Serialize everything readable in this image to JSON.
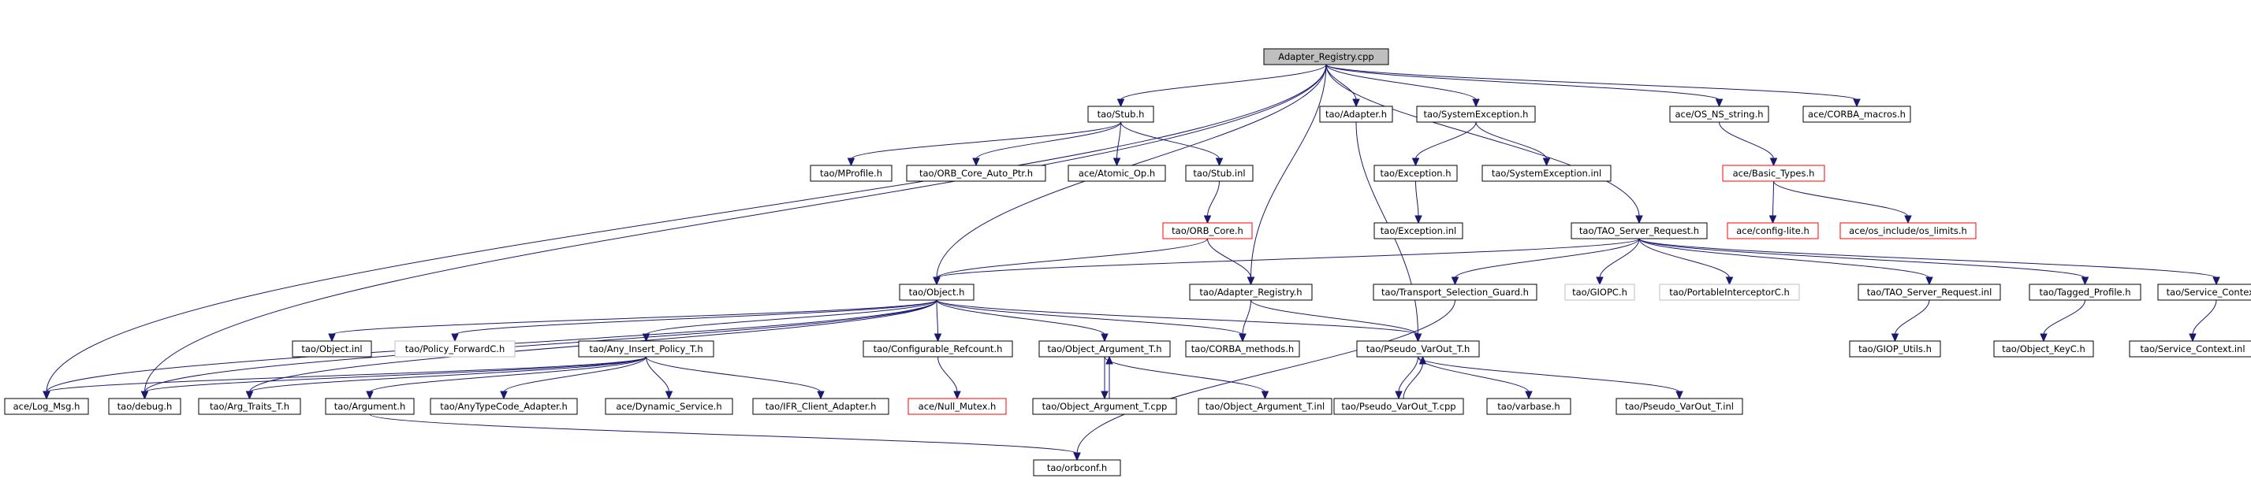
{
  "colors": {
    "edge": "#191970",
    "root_fill": "#bfbfbf",
    "default_border": "#000000",
    "truncated_border": "#ff0000",
    "external_border": "#bfbfbf"
  },
  "nodes": [
    {
      "id": "root",
      "label": "Adapter_Registry.cpp",
      "kind": "root"
    },
    {
      "id": "stub_h",
      "label": "tao/Stub.h",
      "kind": "normal"
    },
    {
      "id": "adapter_h",
      "label": "tao/Adapter.h",
      "kind": "normal"
    },
    {
      "id": "sysexc_h",
      "label": "tao/SystemException.h",
      "kind": "normal"
    },
    {
      "id": "os_ns_string_h",
      "label": "ace/OS_NS_string.h",
      "kind": "normal"
    },
    {
      "id": "corba_macros_h",
      "label": "ace/CORBA_macros.h",
      "kind": "normal"
    },
    {
      "id": "mprofile_h",
      "label": "tao/MProfile.h",
      "kind": "normal"
    },
    {
      "id": "orb_core_auto_ptr_h",
      "label": "tao/ORB_Core_Auto_Ptr.h",
      "kind": "normal"
    },
    {
      "id": "atomic_op_h",
      "label": "ace/Atomic_Op.h",
      "kind": "normal"
    },
    {
      "id": "stub_inl",
      "label": "tao/Stub.inl",
      "kind": "normal"
    },
    {
      "id": "exception_h",
      "label": "tao/Exception.h",
      "kind": "normal"
    },
    {
      "id": "sysexc_inl",
      "label": "tao/SystemException.inl",
      "kind": "normal"
    },
    {
      "id": "basic_types_h",
      "label": "ace/Basic_Types.h",
      "kind": "truncated"
    },
    {
      "id": "exception_inl",
      "label": "tao/Exception.inl",
      "kind": "normal"
    },
    {
      "id": "orb_core_h",
      "label": "tao/ORB_Core.h",
      "kind": "truncated"
    },
    {
      "id": "config_lite_h",
      "label": "ace/config-lite.h",
      "kind": "truncated"
    },
    {
      "id": "os_limits_h",
      "label": "ace/os_include/os_limits.h",
      "kind": "truncated"
    },
    {
      "id": "tao_server_request_h",
      "label": "tao/TAO_Server_Request.h",
      "kind": "normal"
    },
    {
      "id": "object_h",
      "label": "tao/Object.h",
      "kind": "normal"
    },
    {
      "id": "adapter_registry_h",
      "label": "tao/Adapter_Registry.h",
      "kind": "normal"
    },
    {
      "id": "transport_sel_guard_h",
      "label": "tao/Transport_Selection_Guard.h",
      "kind": "normal"
    },
    {
      "id": "giopc_h",
      "label": "tao/GIOPC.h",
      "kind": "external"
    },
    {
      "id": "portable_interceptorc_h",
      "label": "tao/PortableInterceptorC.h",
      "kind": "external"
    },
    {
      "id": "tao_server_request_inl",
      "label": "tao/TAO_Server_Request.inl",
      "kind": "normal"
    },
    {
      "id": "tagged_profile_h",
      "label": "tao/Tagged_Profile.h",
      "kind": "normal"
    },
    {
      "id": "service_context_h",
      "label": "tao/Service_Context.h",
      "kind": "normal"
    },
    {
      "id": "object_inl",
      "label": "tao/Object.inl",
      "kind": "normal"
    },
    {
      "id": "policy_forwardc_h",
      "label": "tao/Policy_ForwardC.h",
      "kind": "external"
    },
    {
      "id": "any_insert_policy_t_h",
      "label": "tao/Any_Insert_Policy_T.h",
      "kind": "normal"
    },
    {
      "id": "configurable_refcount_h",
      "label": "tao/Configurable_Refcount.h",
      "kind": "normal"
    },
    {
      "id": "object_argument_t_h",
      "label": "tao/Object_Argument_T.h",
      "kind": "normal"
    },
    {
      "id": "corba_methods_h",
      "label": "tao/CORBA_methods.h",
      "kind": "normal"
    },
    {
      "id": "pseudo_varout_t_h",
      "label": "tao/Pseudo_VarOut_T.h",
      "kind": "normal"
    },
    {
      "id": "giop_utils_h",
      "label": "tao/GIOP_Utils.h",
      "kind": "normal"
    },
    {
      "id": "object_keyc_h",
      "label": "tao/Object_KeyC.h",
      "kind": "normal"
    },
    {
      "id": "service_context_inl",
      "label": "tao/Service_Context.inl",
      "kind": "normal"
    },
    {
      "id": "log_msg_h",
      "label": "ace/Log_Msg.h",
      "kind": "normal"
    },
    {
      "id": "debug_h",
      "label": "tao/debug.h",
      "kind": "normal"
    },
    {
      "id": "arg_traits_t_h",
      "label": "tao/Arg_Traits_T.h",
      "kind": "normal"
    },
    {
      "id": "argument_h",
      "label": "tao/Argument.h",
      "kind": "normal"
    },
    {
      "id": "anytypecode_adapter_h",
      "label": "tao/AnyTypeCode_Adapter.h",
      "kind": "normal"
    },
    {
      "id": "dynamic_service_h",
      "label": "ace/Dynamic_Service.h",
      "kind": "normal"
    },
    {
      "id": "ifr_client_adapter_h",
      "label": "tao/IFR_Client_Adapter.h",
      "kind": "normal"
    },
    {
      "id": "null_mutex_h",
      "label": "ace/Null_Mutex.h",
      "kind": "truncated"
    },
    {
      "id": "object_argument_t_cpp",
      "label": "tao/Object_Argument_T.cpp",
      "kind": "normal"
    },
    {
      "id": "object_argument_t_inl",
      "label": "tao/Object_Argument_T.inl",
      "kind": "normal"
    },
    {
      "id": "pseudo_varout_t_cpp",
      "label": "tao/Pseudo_VarOut_T.cpp",
      "kind": "normal"
    },
    {
      "id": "varbase_h",
      "label": "tao/varbase.h",
      "kind": "normal"
    },
    {
      "id": "pseudo_varout_t_inl",
      "label": "tao/Pseudo_VarOut_T.inl",
      "kind": "normal"
    },
    {
      "id": "orbconf_h",
      "label": "tao/orbconf.h",
      "kind": "normal"
    }
  ],
  "edges": [
    [
      "root",
      "stub_h"
    ],
    [
      "root",
      "adapter_h"
    ],
    [
      "root",
      "sysexc_h"
    ],
    [
      "root",
      "os_ns_string_h"
    ],
    [
      "root",
      "corba_macros_h"
    ],
    [
      "root",
      "tao_server_request_h"
    ],
    [
      "root",
      "object_h"
    ],
    [
      "root",
      "adapter_registry_h"
    ],
    [
      "root",
      "log_msg_h"
    ],
    [
      "root",
      "debug_h"
    ],
    [
      "stub_h",
      "mprofile_h"
    ],
    [
      "stub_h",
      "orb_core_auto_ptr_h"
    ],
    [
      "stub_h",
      "atomic_op_h"
    ],
    [
      "stub_h",
      "stub_inl"
    ],
    [
      "stub_inl",
      "orb_core_h"
    ],
    [
      "orb_core_h",
      "object_h"
    ],
    [
      "orb_core_h",
      "adapter_registry_h"
    ],
    [
      "sysexc_h",
      "exception_h"
    ],
    [
      "sysexc_h",
      "sysexc_inl"
    ],
    [
      "exception_h",
      "exception_inl"
    ],
    [
      "os_ns_string_h",
      "basic_types_h"
    ],
    [
      "basic_types_h",
      "config_lite_h"
    ],
    [
      "basic_types_h",
      "os_limits_h"
    ],
    [
      "adapter_h",
      "pseudo_varout_t_h"
    ],
    [
      "tao_server_request_h",
      "object_h"
    ],
    [
      "tao_server_request_h",
      "transport_sel_guard_h"
    ],
    [
      "tao_server_request_h",
      "giopc_h"
    ],
    [
      "tao_server_request_h",
      "portable_interceptorc_h"
    ],
    [
      "tao_server_request_h",
      "tao_server_request_inl"
    ],
    [
      "tao_server_request_h",
      "tagged_profile_h"
    ],
    [
      "tao_server_request_h",
      "service_context_h"
    ],
    [
      "transport_sel_guard_h",
      "orbconf_h"
    ],
    [
      "tao_server_request_inl",
      "giop_utils_h"
    ],
    [
      "tagged_profile_h",
      "object_keyc_h"
    ],
    [
      "service_context_h",
      "service_context_inl"
    ],
    [
      "adapter_registry_h",
      "corba_methods_h"
    ],
    [
      "adapter_registry_h",
      "pseudo_varout_t_h"
    ],
    [
      "object_h",
      "object_inl"
    ],
    [
      "object_h",
      "policy_forwardc_h"
    ],
    [
      "object_h",
      "any_insert_policy_t_h"
    ],
    [
      "object_h",
      "configurable_refcount_h"
    ],
    [
      "object_h",
      "object_argument_t_h"
    ],
    [
      "object_h",
      "corba_methods_h"
    ],
    [
      "object_h",
      "pseudo_varout_t_h"
    ],
    [
      "object_h",
      "arg_traits_t_h"
    ],
    [
      "object_h",
      "log_msg_h"
    ],
    [
      "object_h",
      "debug_h"
    ],
    [
      "any_insert_policy_t_h",
      "log_msg_h"
    ],
    [
      "any_insert_policy_t_h",
      "debug_h"
    ],
    [
      "any_insert_policy_t_h",
      "arg_traits_t_h"
    ],
    [
      "any_insert_policy_t_h",
      "argument_h"
    ],
    [
      "any_insert_policy_t_h",
      "anytypecode_adapter_h"
    ],
    [
      "any_insert_policy_t_h",
      "dynamic_service_h"
    ],
    [
      "any_insert_policy_t_h",
      "ifr_client_adapter_h"
    ],
    [
      "configurable_refcount_h",
      "null_mutex_h"
    ],
    [
      "object_argument_t_h",
      "object_argument_t_cpp"
    ],
    [
      "object_argument_t_cpp",
      "object_argument_t_h"
    ],
    [
      "object_argument_t_h",
      "object_argument_t_inl"
    ],
    [
      "pseudo_varout_t_h",
      "pseudo_varout_t_cpp"
    ],
    [
      "pseudo_varout_t_cpp",
      "pseudo_varout_t_h"
    ],
    [
      "pseudo_varout_t_h",
      "varbase_h"
    ],
    [
      "pseudo_varout_t_h",
      "pseudo_varout_t_inl"
    ],
    [
      "argument_h",
      "orbconf_h"
    ]
  ]
}
